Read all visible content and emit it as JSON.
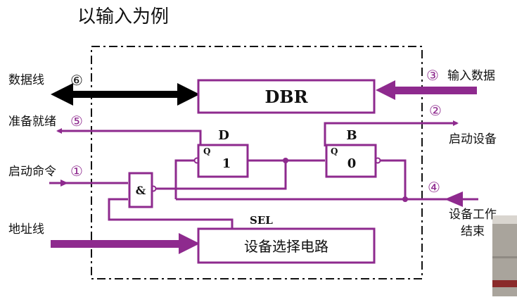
{
  "title": "以输入为例",
  "colors": {
    "accent": "#8e2a8e",
    "data_bus": "#000000",
    "text": "#111111"
  },
  "left_labels": {
    "data_line": "数据线",
    "ready": "准备就绪",
    "start_cmd": "启动命令",
    "address_line": "地址线"
  },
  "right_labels": {
    "input_data": "输入数据",
    "start_device": "启动设备",
    "device_done_1": "设备工作",
    "device_done_2": "结束"
  },
  "markers": {
    "m1": "①",
    "m2": "②",
    "m3": "③",
    "m4": "④",
    "m5": "⑤",
    "m6": "⑥"
  },
  "blocks": {
    "dbr": "DBR",
    "ff_d_name": "D",
    "ff_d_value": "1",
    "ff_d_q": "Q",
    "ff_b_name": "B",
    "ff_b_value": "0",
    "ff_b_q": "Q",
    "and_gate": "&",
    "sel": "SEL",
    "selector": "设备选择电路"
  }
}
